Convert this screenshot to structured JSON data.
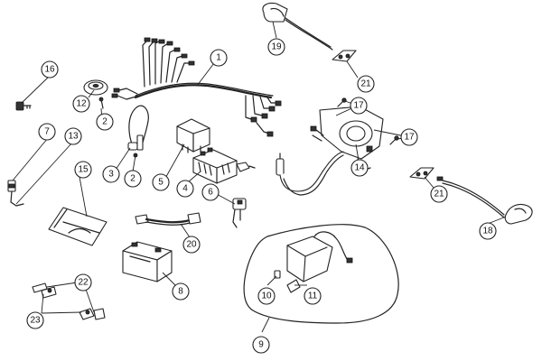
{
  "diagram": {
    "callouts": [
      {
        "id": "c1",
        "label": "1"
      },
      {
        "id": "c2a",
        "label": "2"
      },
      {
        "id": "c2b",
        "label": "2"
      },
      {
        "id": "c3",
        "label": "3"
      },
      {
        "id": "c4",
        "label": "4"
      },
      {
        "id": "c5",
        "label": "5"
      },
      {
        "id": "c6",
        "label": "6"
      },
      {
        "id": "c7",
        "label": "7"
      },
      {
        "id": "c8",
        "label": "8"
      },
      {
        "id": "c9",
        "label": "9"
      },
      {
        "id": "c10",
        "label": "10"
      },
      {
        "id": "c11",
        "label": "11"
      },
      {
        "id": "c12",
        "label": "12"
      },
      {
        "id": "c13",
        "label": "13"
      },
      {
        "id": "c14",
        "label": "14"
      },
      {
        "id": "c15",
        "label": "15"
      },
      {
        "id": "c16",
        "label": "16"
      },
      {
        "id": "c17a",
        "label": "17"
      },
      {
        "id": "c17b",
        "label": "17"
      },
      {
        "id": "c18",
        "label": "18"
      },
      {
        "id": "c19",
        "label": "19"
      },
      {
        "id": "c20",
        "label": "20"
      },
      {
        "id": "c21a",
        "label": "21"
      },
      {
        "id": "c21b",
        "label": "21"
      },
      {
        "id": "c22",
        "label": "22"
      },
      {
        "id": "c23",
        "label": "23"
      }
    ]
  }
}
